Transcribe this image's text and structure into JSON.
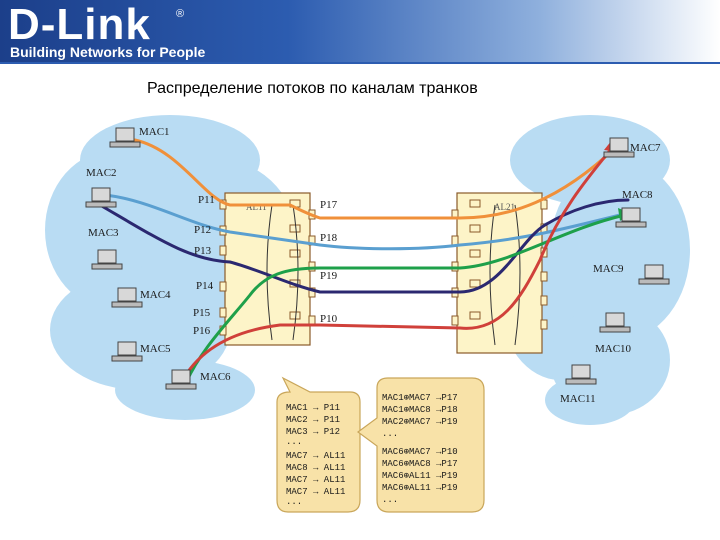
{
  "header": {
    "logo": "D-Link",
    "registered": "®",
    "tagline": "Building Networks for People"
  },
  "title": "Распределение потоков по каналам транков",
  "diagram": {
    "left_hosts": [
      "MAC1",
      "MAC2",
      "MAC3",
      "MAC4",
      "MAC5",
      "MAC6"
    ],
    "right_hosts": [
      "MAC7",
      "MAC8",
      "MAC9",
      "MAC10",
      "MAC11"
    ],
    "left_switch": {
      "aggregation_label": "AL11",
      "left_ports": [
        "P11",
        "P12",
        "P13",
        "P14",
        "P15",
        "P16"
      ],
      "right_ports": [
        "P17",
        "P18",
        "P19",
        "P10"
      ]
    },
    "right_switch": {
      "aggregation_label": "AL21"
    },
    "table_left": [
      "MAC1 → P11",
      "MAC2 → P11",
      "MAC3 → P12",
      "...",
      "MAC7 → AL11",
      "MAC8 → AL11",
      "MAC7 → AL11",
      "MAC7 → AL11",
      "..."
    ],
    "table_right": [
      "MAC1⊕MAC7 →P17",
      "MAC1⊕MAC8 →P18",
      "MAC2⊕MAC7 →P19",
      "...",
      "MAC6⊕MAC7 →P10",
      "MAC6⊕MAC8 →P17",
      "MAC6⊕AL11 →P19",
      "MAC6⊕AL11 →P19",
      "..."
    ]
  },
  "colors": {
    "cloud": "#b9dcf3",
    "switch_fill": "#fdf4c8",
    "callout_fill": "#f8e2a8",
    "orange": "#f0903a",
    "blue": "#5a9fd0",
    "navy": "#2b2870",
    "green": "#1ea04a",
    "red": "#d0403a"
  }
}
